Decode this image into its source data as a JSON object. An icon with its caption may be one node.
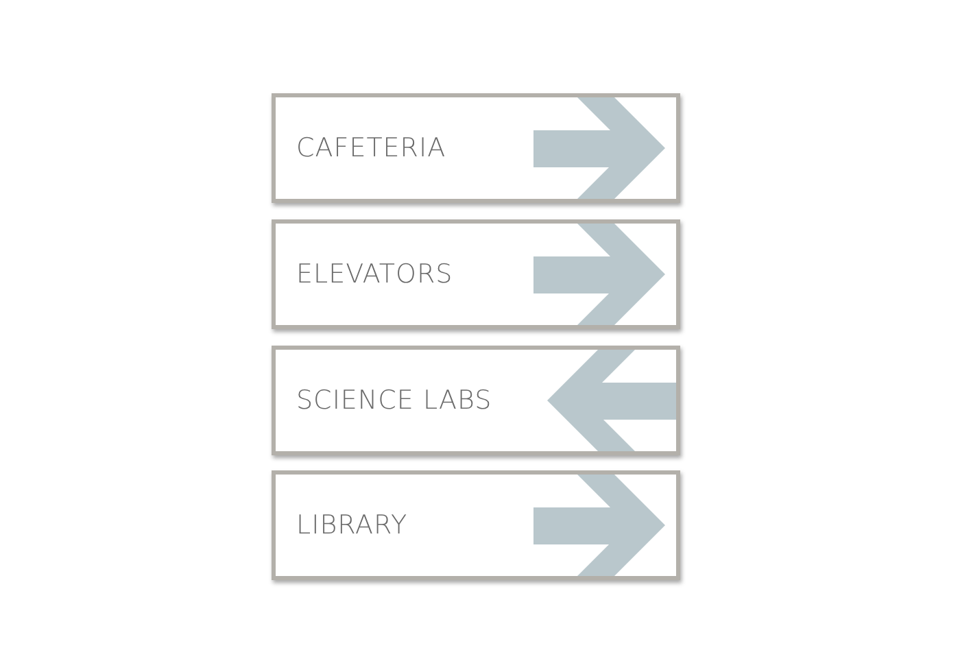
{
  "diagram": {
    "nodes": [
      {
        "text": [
          "CAFETERIA"
        ]
      },
      {
        "text": [
          "ELEVATORS"
        ]
      },
      {
        "text": [
          "SCIENCE LABS"
        ]
      },
      {
        "text": [
          "LIBRARY"
        ]
      }
    ]
  }
}
